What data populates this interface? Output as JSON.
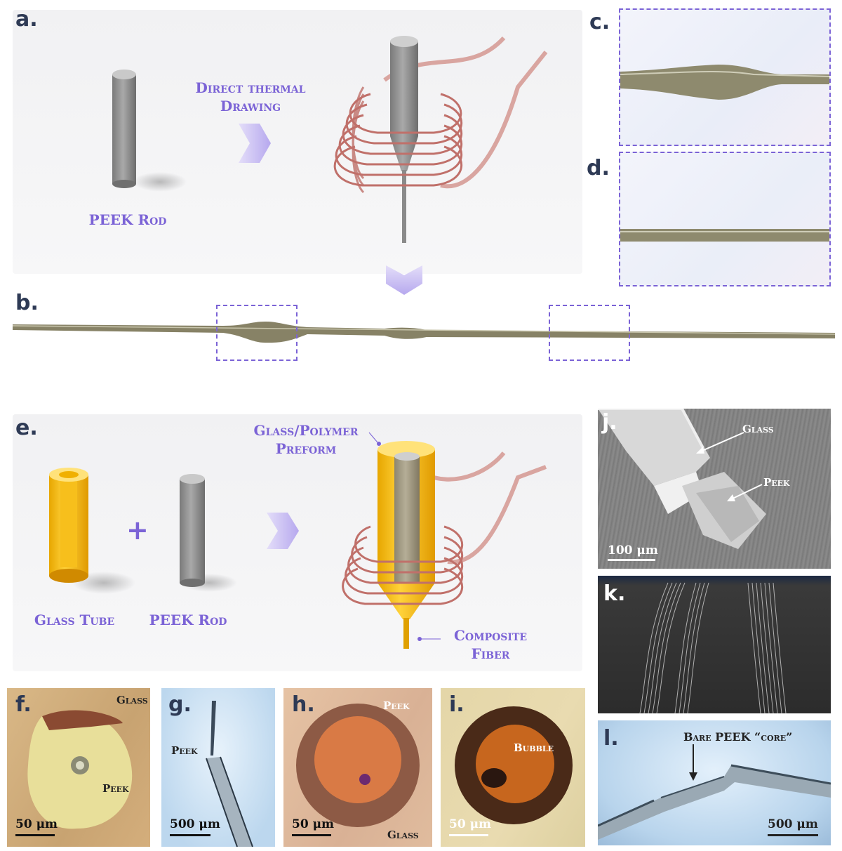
{
  "panels": {
    "a": "a.",
    "b": "b.",
    "c": "c.",
    "d": "d.",
    "e": "e.",
    "f": "f.",
    "g": "g.",
    "h": "h.",
    "i": "i.",
    "j": "j.",
    "k": "k.",
    "l": "l."
  },
  "panel_a": {
    "process_line1": "Direct thermal",
    "process_line2": "Drawing",
    "rod_label": "PEEK Rod"
  },
  "panel_e": {
    "preform_line1": "Glass/Polymer",
    "preform_line2": "Preform",
    "tube_label": "Glass Tube",
    "plus": "+",
    "rod_label": "PEEK Rod",
    "fiber_line1": "Composite",
    "fiber_line2": "Fiber"
  },
  "panel_f": {
    "glass": "Glass",
    "peek": "Peek",
    "scale": "50 μm"
  },
  "panel_g": {
    "peek": "Peek",
    "scale": "500 μm"
  },
  "panel_h": {
    "peek": "Peek",
    "glass": "Glass",
    "scale": "50 μm"
  },
  "panel_i": {
    "bubble": "Bubble",
    "scale": "50 μm"
  },
  "panel_j": {
    "glass": "Glass",
    "peek": "Peek",
    "scale": "100 μm"
  },
  "panel_l": {
    "core": "Bare PEEK “core”",
    "scale": "500 μm"
  },
  "colors": {
    "accent": "#7b63d6",
    "label": "#2e3a55",
    "coil": "#c98a85",
    "glass": "#f2b705"
  }
}
